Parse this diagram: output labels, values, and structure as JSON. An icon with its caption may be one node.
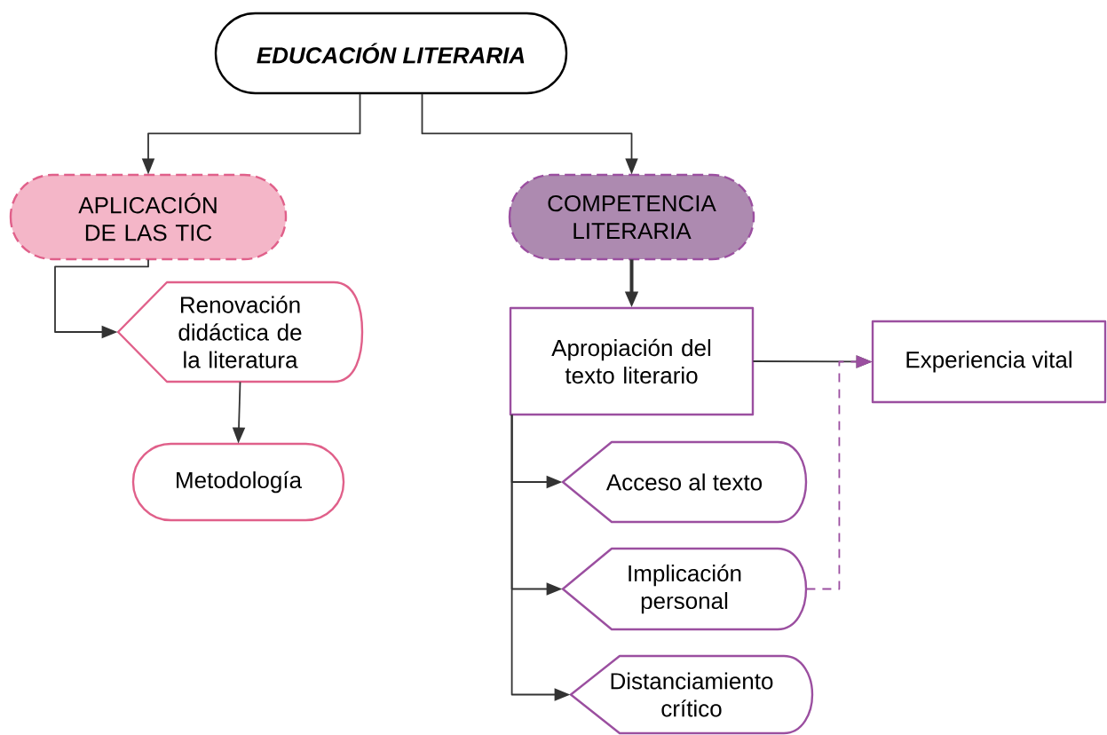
{
  "diagram": {
    "nodes": [
      {
        "text": [
          "**EDUCACIÓN LITERARIA**"
        ]
      },
      {
        "text": [
          "APLICACIÓN DE LAS TIC"
        ]
      },
      {
        "text": [
          "COMPETENCIA LITERARIA"
        ]
      },
      {
        "text": [
          "Renovación didáctica de la literatura"
        ]
      },
      {
        "text": [
          "Metodología"
        ]
      },
      {
        "text": [
          "Apropiación del texto literario"
        ]
      },
      {
        "text": [
          "Experiencia vital"
        ]
      },
      {
        "text": [
          "Acceso al texto"
        ]
      },
      {
        "text": [
          "Implicación personal"
        ]
      },
      {
        "text": [
          "Distanciamiento crítico"
        ]
      }
    ],
    "edges": [
      {
        "from": 0,
        "to": 1,
        "arrow": "to"
      },
      {
        "from": 0,
        "to": 2,
        "arrow": "to"
      },
      {
        "from": 1,
        "to": 3,
        "arrow": "to"
      },
      {
        "from": 3,
        "to": 4,
        "arrow": "to"
      },
      {
        "from": 2,
        "to": 5,
        "arrow": "to",
        "style": "thick"
      },
      {
        "from": 5,
        "to": 6,
        "arrow": "to"
      },
      {
        "from": 5,
        "to": 7,
        "arrow": "to"
      },
      {
        "from": 5,
        "to": 8,
        "arrow": "to"
      },
      {
        "from": 5,
        "to": 9,
        "arrow": "to"
      },
      {
        "from": 8,
        "to": 6,
        "arrow": "to",
        "style": "dashed",
        "color": "#9b4fa0"
      }
    ]
  }
}
